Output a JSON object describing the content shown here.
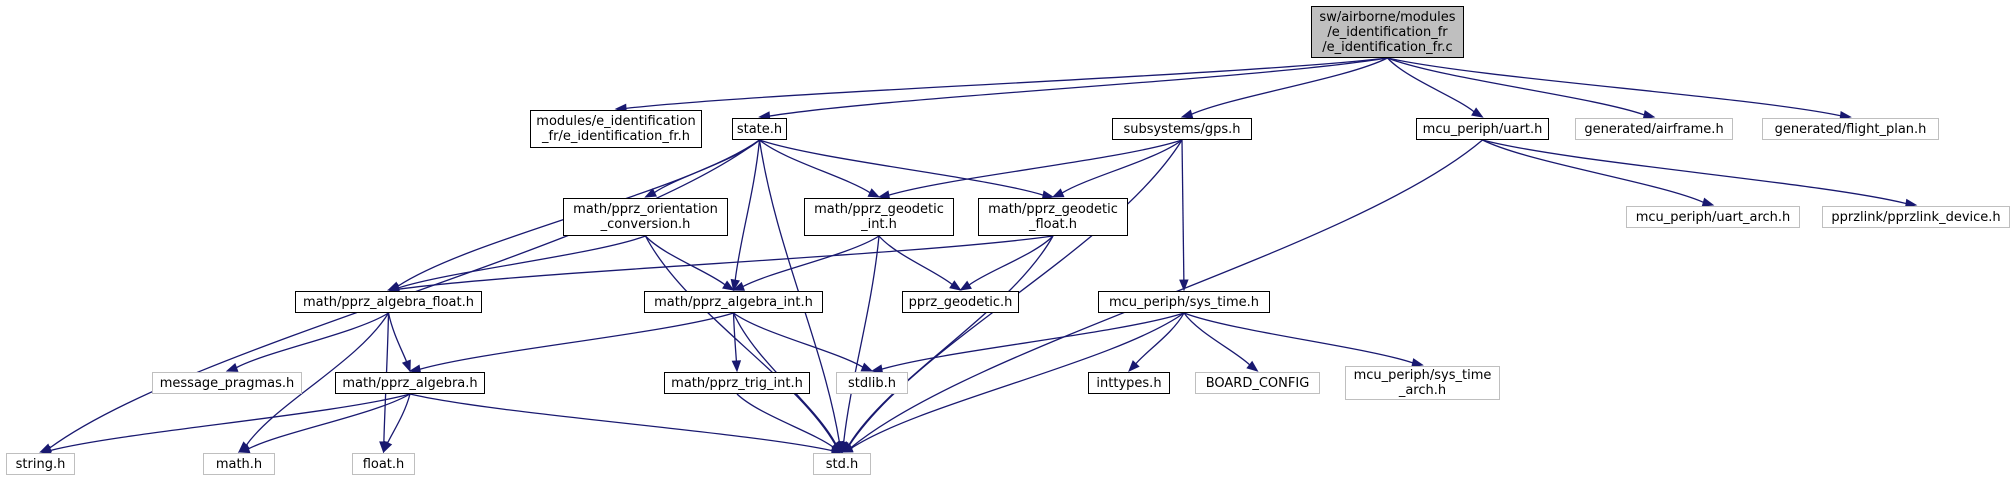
{
  "graph": {
    "edge_color": "#191970",
    "external_border_color": "#bfbfbf",
    "root_fill_color": "#bfbfbf",
    "nodes": [
      {
        "id": "root",
        "label": "sw/airborne/modules\n/e_identification_fr\n/e_identification_fr.c",
        "kind": "root"
      },
      {
        "id": "modhdr",
        "label": "modules/e_identification\n_fr/e_identification_fr.h",
        "kind": "doc"
      },
      {
        "id": "state",
        "label": "state.h",
        "kind": "doc"
      },
      {
        "id": "gps",
        "label": "subsystems/gps.h",
        "kind": "doc"
      },
      {
        "id": "uart",
        "label": "mcu_periph/uart.h",
        "kind": "doc"
      },
      {
        "id": "airframe",
        "label": "generated/airframe.h",
        "kind": "external"
      },
      {
        "id": "flightplan",
        "label": "generated/flight_plan.h",
        "kind": "external"
      },
      {
        "id": "orient",
        "label": "math/pprz_orientation\n_conversion.h",
        "kind": "doc"
      },
      {
        "id": "geoint",
        "label": "math/pprz_geodetic\n_int.h",
        "kind": "doc"
      },
      {
        "id": "geofloat",
        "label": "math/pprz_geodetic\n_float.h",
        "kind": "doc"
      },
      {
        "id": "uartarch",
        "label": "mcu_periph/uart_arch.h",
        "kind": "external"
      },
      {
        "id": "pprzlink",
        "label": "pprzlink/pprzlink_device.h",
        "kind": "external"
      },
      {
        "id": "algfloat",
        "label": "math/pprz_algebra_float.h",
        "kind": "doc"
      },
      {
        "id": "algint",
        "label": "math/pprz_algebra_int.h",
        "kind": "doc"
      },
      {
        "id": "geodetic",
        "label": "pprz_geodetic.h",
        "kind": "doc"
      },
      {
        "id": "systime",
        "label": "mcu_periph/sys_time.h",
        "kind": "doc"
      },
      {
        "id": "msgprag",
        "label": "message_pragmas.h",
        "kind": "external"
      },
      {
        "id": "alg",
        "label": "math/pprz_algebra.h",
        "kind": "doc"
      },
      {
        "id": "trig",
        "label": "math/pprz_trig_int.h",
        "kind": "doc"
      },
      {
        "id": "stdlib",
        "label": "stdlib.h",
        "kind": "external"
      },
      {
        "id": "inttypes",
        "label": "inttypes.h",
        "kind": "doc"
      },
      {
        "id": "board",
        "label": "BOARD_CONFIG",
        "kind": "external"
      },
      {
        "id": "systimearch",
        "label": "mcu_periph/sys_time\n_arch.h",
        "kind": "external"
      },
      {
        "id": "string",
        "label": "string.h",
        "kind": "external"
      },
      {
        "id": "math",
        "label": "math.h",
        "kind": "external"
      },
      {
        "id": "float",
        "label": "float.h",
        "kind": "external"
      },
      {
        "id": "std",
        "label": "std.h",
        "kind": "external"
      }
    ],
    "edges": [
      [
        "root",
        "modhdr"
      ],
      [
        "root",
        "state"
      ],
      [
        "root",
        "gps"
      ],
      [
        "root",
        "uart"
      ],
      [
        "root",
        "airframe"
      ],
      [
        "root",
        "flightplan"
      ],
      [
        "state",
        "orient"
      ],
      [
        "state",
        "geoint"
      ],
      [
        "state",
        "geofloat"
      ],
      [
        "state",
        "algfloat"
      ],
      [
        "state",
        "algint"
      ],
      [
        "state",
        "string"
      ],
      [
        "state",
        "std"
      ],
      [
        "gps",
        "geoint"
      ],
      [
        "gps",
        "geofloat"
      ],
      [
        "gps",
        "systime"
      ],
      [
        "gps",
        "std"
      ],
      [
        "uart",
        "uartarch"
      ],
      [
        "uart",
        "pprzlink"
      ],
      [
        "uart",
        "std"
      ],
      [
        "orient",
        "algfloat"
      ],
      [
        "orient",
        "algint"
      ],
      [
        "orient",
        "std"
      ],
      [
        "geoint",
        "algint"
      ],
      [
        "geoint",
        "geodetic"
      ],
      [
        "geoint",
        "std"
      ],
      [
        "geofloat",
        "algfloat"
      ],
      [
        "geofloat",
        "geodetic"
      ],
      [
        "geofloat",
        "std"
      ],
      [
        "algfloat",
        "msgprag"
      ],
      [
        "algfloat",
        "alg"
      ],
      [
        "algfloat",
        "math"
      ],
      [
        "algfloat",
        "float"
      ],
      [
        "algint",
        "alg"
      ],
      [
        "algint",
        "trig"
      ],
      [
        "algint",
        "stdlib"
      ],
      [
        "algint",
        "std"
      ],
      [
        "alg",
        "string"
      ],
      [
        "alg",
        "math"
      ],
      [
        "alg",
        "float"
      ],
      [
        "alg",
        "std"
      ],
      [
        "trig",
        "std"
      ],
      [
        "systime",
        "stdlib"
      ],
      [
        "systime",
        "inttypes"
      ],
      [
        "systime",
        "board"
      ],
      [
        "systime",
        "systimearch"
      ],
      [
        "systime",
        "std"
      ]
    ]
  }
}
